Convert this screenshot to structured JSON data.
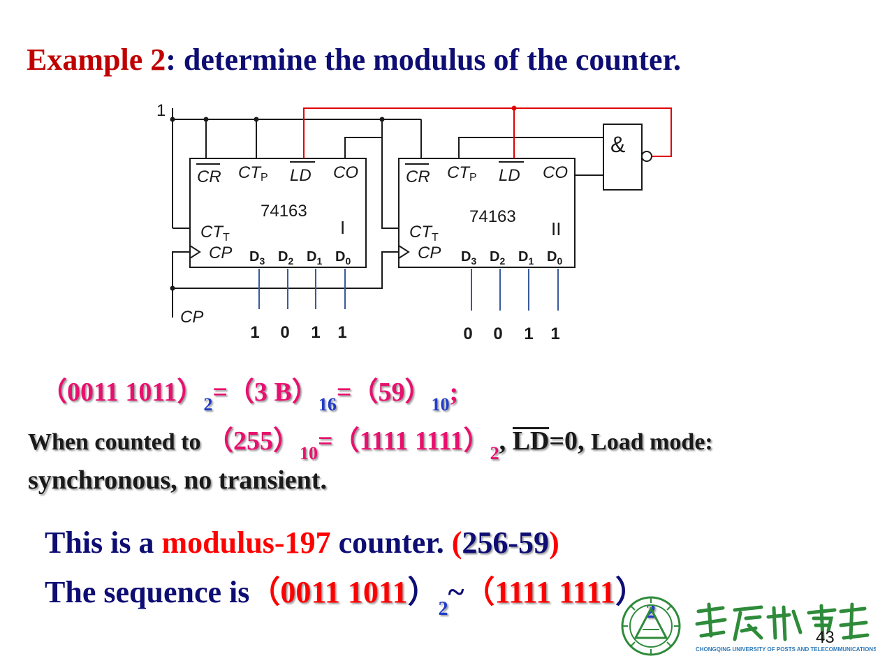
{
  "title": {
    "prefix": "Example 2",
    "rest": ": determine the modulus of the counter."
  },
  "circuit": {
    "one_label": "1",
    "cp_in": "CP",
    "pins": {
      "cr": "CR",
      "ctp": "CT",
      "ctp_sub": "P",
      "ld": "LD",
      "co": "CO",
      "ctt": "CT",
      "ctt_sub": "T",
      "cp": "CP",
      "d": "D",
      "d3": "3",
      "d2": "2",
      "d1": "1",
      "d0": "0"
    },
    "chip1": {
      "part": "74163",
      "roman": "I"
    },
    "chip2": {
      "part": "74163",
      "roman": "II"
    },
    "gate": "&",
    "inputs1": [
      "1",
      "0",
      "1",
      "1"
    ],
    "inputs2": [
      "0",
      "0",
      "1",
      "1"
    ]
  },
  "eq1": {
    "p1": "（0011 1011）",
    "s1": "2",
    "p2": "=（3 B）",
    "s2": "16",
    "p3": "=（59）",
    "s3": "10",
    "p4": ";"
  },
  "eq2": {
    "a": "When counted to ",
    "b": "（255）",
    "bs": "10",
    "c": "=（1111 1111）",
    "cs": "2",
    "d": ", ",
    "e": "LD",
    "f": "=0, ",
    "g": "Load mode:"
  },
  "eq3": {
    "text": "synchronous, no transient."
  },
  "conclusion1": {
    "a": "This is a ",
    "b": "modulus-197",
    "c": " counter. ",
    "d": "(",
    "e": "256-59",
    "f": ")"
  },
  "conclusion2": {
    "a": "The sequence is",
    "b": "（",
    "c": "0011 1011",
    "d": "）",
    "ds": "2",
    "e": "~",
    "f": "（",
    "g": "1111 1111",
    "h": "）",
    "hs": "2"
  },
  "footer": {
    "university": "CHONGQING UNIVERSITY OF POSTS AND TELECOMMUNICATIONS",
    "page": "43"
  }
}
